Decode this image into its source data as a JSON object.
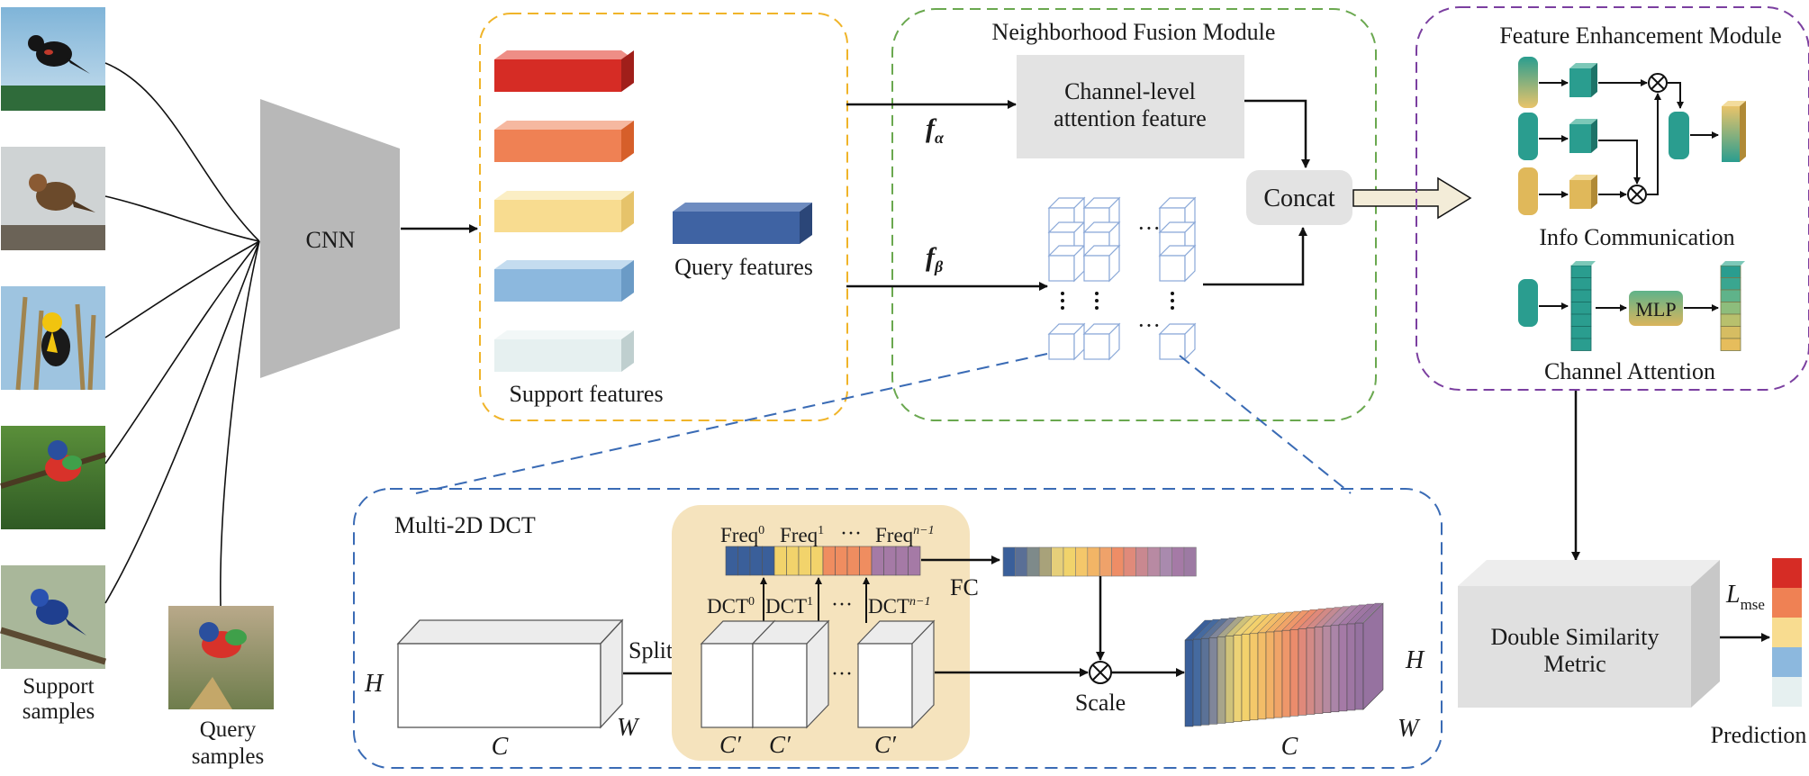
{
  "labels": {
    "cnn": "CNN",
    "support_samples_l1": "Support",
    "support_samples_l2": "samples",
    "query_samples_l1": "Query",
    "query_samples_l2": "samples",
    "query_features": "Query features",
    "support_features": "Support features",
    "nfm_title": "Neighborhood Fusion Module",
    "channel_attn_l1": "Channel-level",
    "channel_attn_l2": "attention feature",
    "f_alpha_base": "f",
    "f_alpha_sub": "α",
    "f_beta_base": "f",
    "f_beta_sub": "β",
    "concat": "Concat",
    "fem_title": "Feature Enhancement Module",
    "info_comm": "Info Communication",
    "mlp": "MLP",
    "channel_attention": "Channel Attention",
    "multi_dct": "Multi-2D DCT",
    "freq0": "Freq",
    "freq0_sup": "0",
    "freq1": "Freq",
    "freq1_sup": "1",
    "freqn": "Freq",
    "freqn_sup": "n−1",
    "dct0": "DCT",
    "dct0_sup": "0",
    "dct1": "DCT",
    "dct1_sup": "1",
    "dctn": "DCT",
    "dctn_sup": "n−1",
    "ellipsis": "···",
    "fc": "FC",
    "split": "Split",
    "scale": "Scale",
    "h_in": "H",
    "w_in": "W",
    "c_in": "C",
    "c_prime_1": "C′",
    "c_prime_2": "C′",
    "c_prime_3": "C′",
    "h_out": "H",
    "w_out": "W",
    "c_out": "C",
    "dsm_l1": "Double Similarity",
    "dsm_l2": "Metric",
    "loss_base": "L",
    "loss_sub": "mse",
    "prediction": "Prediction"
  },
  "colors": {
    "support_feature_bars": [
      "#d62c25",
      "#ef8154",
      "#f8dc90",
      "#8cb8de",
      "#e6f0f0"
    ],
    "query_feature_bar": "#3f63a3",
    "dct_frequency_groups": [
      "#3a5f9a",
      "#f2d36b",
      "#ef8d60",
      "#a57aa6"
    ],
    "prediction_bar": [
      "#d62c25",
      "#ef8154",
      "#f8dc90",
      "#8cb8de",
      "#e6f0f0"
    ],
    "support_box_border": "#f0b429",
    "nfm_border": "#6aa84f",
    "fem_border": "#7b3fa0",
    "dct_box_border": "#3a6bb5",
    "dct_panel_fill": "#f5e3bd"
  },
  "icons": {
    "cnn": "trapezoid-backbone",
    "concat": "rounded-box",
    "multiply": "circled-times-icon",
    "sample_images": "bird-photo-placeholder"
  }
}
